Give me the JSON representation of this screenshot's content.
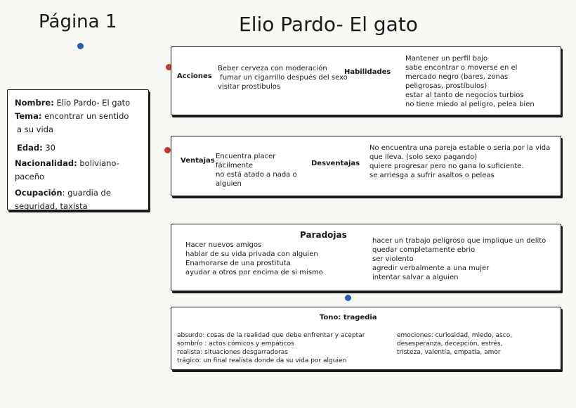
{
  "page_label": "Página 1",
  "main_title": "Elio Pardo- El gato",
  "colors": {
    "red_dot": "#c0392b",
    "blue_dot": "#1f5fae"
  },
  "profile": {
    "nombre_label": "Nombre",
    "nombre_value": "Elio Pardo- El gato",
    "tema_label": "Tema",
    "tema_value_1": "encontrar un sentido",
    "tema_value_2": "a su vida",
    "edad_label": "Edad",
    "edad_value": "30",
    "nacionalidad_label": "Nacionalidad",
    "nacionalidad_value": "boliviano-paceño",
    "ocupacion_label": "Ocupación",
    "ocupacion_value_1": "guardia de",
    "ocupacion_value_2": "seguridad, taxista"
  },
  "acciones": {
    "label": "Acciones",
    "lines": [
      "Beber cerveza con moderación",
      " fumar un cigarrillo después del sexo",
      "visitar prostíbulos"
    ]
  },
  "habilidades": {
    "label": "Habilidades",
    "lines": [
      "Mantener un perfil bajo",
      "sabe encontrar o moverse en el",
      "mercado negro (bares, zonas",
      "peligrosas, prostíbulos)",
      "estar al tanto de negocios turbios",
      "no tiene miedo al peligro, pelea bien"
    ]
  },
  "ventajas": {
    "label": "Ventajas",
    "lines": [
      "Encuentra placer",
      "fácilmente",
      "no está atado a nada o",
      "alguien"
    ]
  },
  "desventajas": {
    "label": "Desventajas",
    "lines": [
      "No encuentra una pareja estable o seria por la vida",
      "que lleva. (solo sexo pagando)",
      "quiere progresar pero no gana lo suficiente.",
      "se arriesga a sufrir asaltos o peleas"
    ]
  },
  "paradojas": {
    "label": "Paradojas",
    "left": [
      "Hacer nuevos amigos",
      "hablar de su vida privada con alguien",
      "Enamorarse de una prostituta",
      "ayudar a otros por encima de si mismo"
    ],
    "right": [
      "hacer un trabajo peligroso que implique un delito",
      "quedar completamente ebrio",
      "ser violento",
      "agredir verbalmente a una mujer",
      "intentar salvar a alguien"
    ]
  },
  "tono": {
    "label": "Tono: tragedia",
    "left": [
      "absurdo: cosas de la realidad que debe enfrentar y aceptar",
      "sombrío : actos cómicos y empáticos",
      "realista: situaciones desgarradoras",
      "trágico: un final realista donde da su vida por alguien"
    ],
    "right": [
      "emociones: curiosidad, miedo, asco,",
      "desesperanza, decepción, estrés,",
      "tristeza, valentía, empatía, amor"
    ]
  }
}
